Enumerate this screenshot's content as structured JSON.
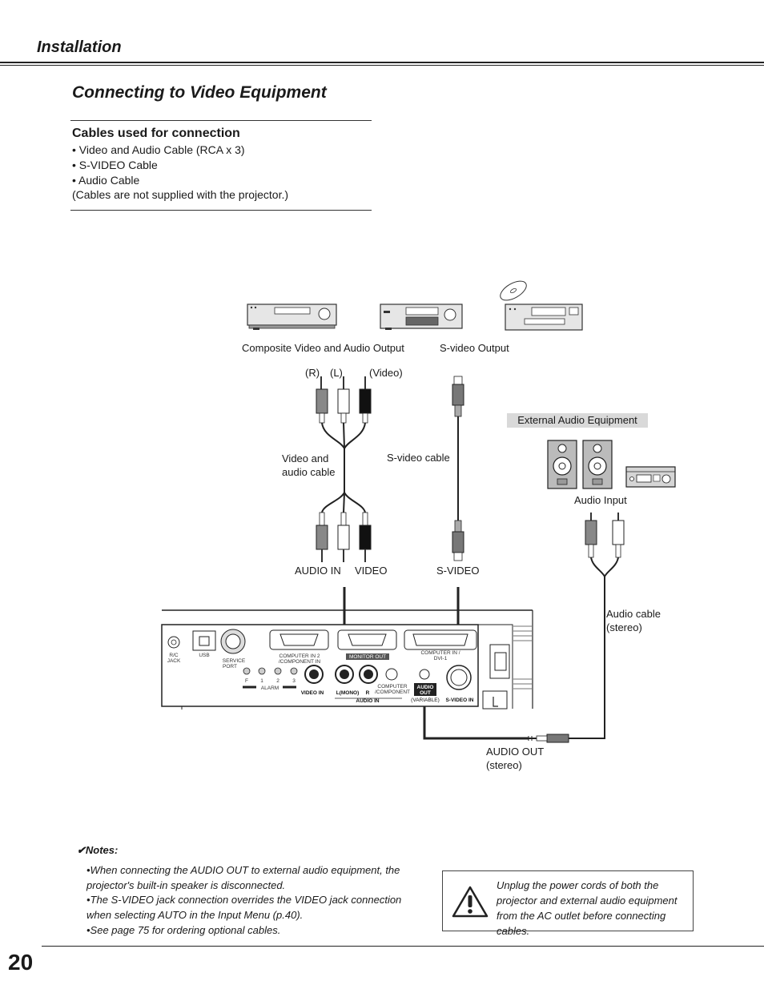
{
  "header": {
    "section": "Installation"
  },
  "title": "Connecting to Video Equipment",
  "cables": {
    "heading": "Cables used for connection",
    "items": [
      "• Video and Audio Cable (RCA x 3)",
      "• S-VIDEO Cable",
      "• Audio Cable"
    ],
    "note": "(Cables are not supplied with the projector.)"
  },
  "diagram": {
    "composite_output": "Composite Video and Audio Output",
    "svideo_output": "S-video Output",
    "plug_r": "(R)",
    "plug_l": "(L)",
    "plug_video": "(Video)",
    "external_audio": "External Audio Equipment",
    "video_audio_cable_1": "Video and",
    "video_audio_cable_2": "audio cable",
    "svideo_cable": "S-video cable",
    "audio_input": "Audio Input",
    "audio_in": "AUDIO IN",
    "video": "VIDEO",
    "svideo": "S-VIDEO",
    "audio_cable_1": "Audio cable",
    "audio_cable_2": "(stereo)",
    "audio_out_1": "AUDIO OUT",
    "audio_out_2": "(stereo)",
    "panel": {
      "rc_jack_1": "R/C",
      "rc_jack_2": "JACK",
      "usb": "USB",
      "service_port_1": "SERVICE",
      "service_port_2": "PORT",
      "computer_in2_1": "COMPUTER IN 2",
      "computer_in2_2": "/COMPONENT IN",
      "monitor_out": "MONITOR OUT",
      "computer_in_dvi_1": "COMPUTER IN /",
      "computer_in_dvi_2": "DVI-1",
      "f": "F",
      "n1": "1",
      "n2": "2",
      "n3": "3",
      "alarm": "ALARM",
      "video_in": "VIDEO IN",
      "l_mono": "L(MONO)",
      "r": "R",
      "computer_component_1": "COMPUTER",
      "computer_component_2": "/COMPONENT",
      "audio_in": "AUDIO IN",
      "audio_out_1": "AUDIO",
      "audio_out_2": "OUT",
      "variable": "(VARIABLE)",
      "svideo_in": "S-VIDEO IN"
    }
  },
  "notes": {
    "title": "✔Notes:",
    "items": [
      "•When connecting the AUDIO OUT to external audio equipment, the projector's built-in speaker is disconnected.",
      "•The S-VIDEO jack connection overrides the VIDEO jack connection when selecting AUTO in the Input Menu (p.40).",
      "•See page 75 for ordering optional cables."
    ]
  },
  "warning": "Unplug the power cords of both the projector and external audio equipment from the AC outlet before connecting cables.",
  "page_number": "20"
}
